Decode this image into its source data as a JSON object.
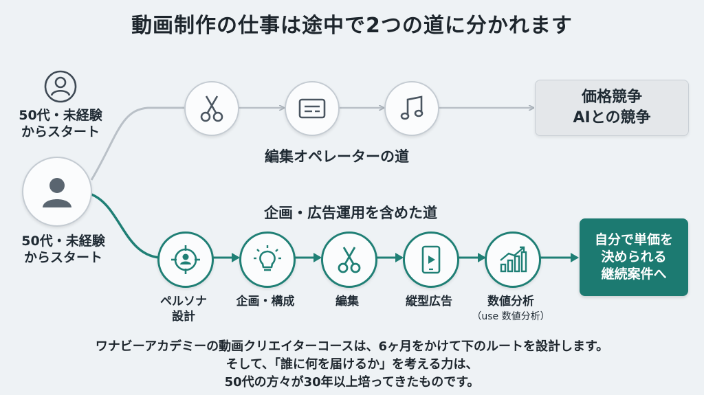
{
  "title": "動画制作の仕事は途中で2つの道に分かれます",
  "start": {
    "upper_label_lines": [
      "50代・未経験",
      "からスタート"
    ],
    "lower_label_lines": [
      "50代・未経験",
      "からスタート"
    ]
  },
  "paths": {
    "editing": {
      "label": "編集オペレーターの道",
      "steps": [
        {
          "icon": "scissors-icon"
        },
        {
          "icon": "video-editor-icon"
        },
        {
          "icon": "music-note-icon"
        }
      ],
      "outcome_lines": [
        "価格競争",
        "AIとの競争"
      ]
    },
    "planning": {
      "label": "企画・広告運用を含めた道",
      "steps": [
        {
          "icon": "persona-target-icon",
          "label_lines": [
            "ペルソナ",
            "設計"
          ]
        },
        {
          "icon": "lightbulb-icon",
          "label_lines": [
            "企画・構成"
          ]
        },
        {
          "icon": "scissors-icon",
          "label_lines": [
            "編集"
          ]
        },
        {
          "icon": "tablet-video-icon",
          "label_lines": [
            "縦型広告"
          ]
        },
        {
          "icon": "bar-chart-icon",
          "label_lines": [
            "数値分析"
          ],
          "sub_label": "（use 数値分析）"
        }
      ],
      "outcome_lines": [
        "自分で単価を",
        "決められる",
        "継続案件へ"
      ]
    }
  },
  "footer_lines": [
    "ワナビーアカデミーの動画クリエイターコースは、6ヶ月をかけて下のルートを設計します。",
    "そして、「誰に何を届けるか」を考える力は、",
    "50代の方々が30年以上培ってきたものです。"
  ],
  "colors": {
    "teal": "#1f7f75",
    "gray_line": "#b9c0c7",
    "icon_dark": "#4a5560"
  }
}
